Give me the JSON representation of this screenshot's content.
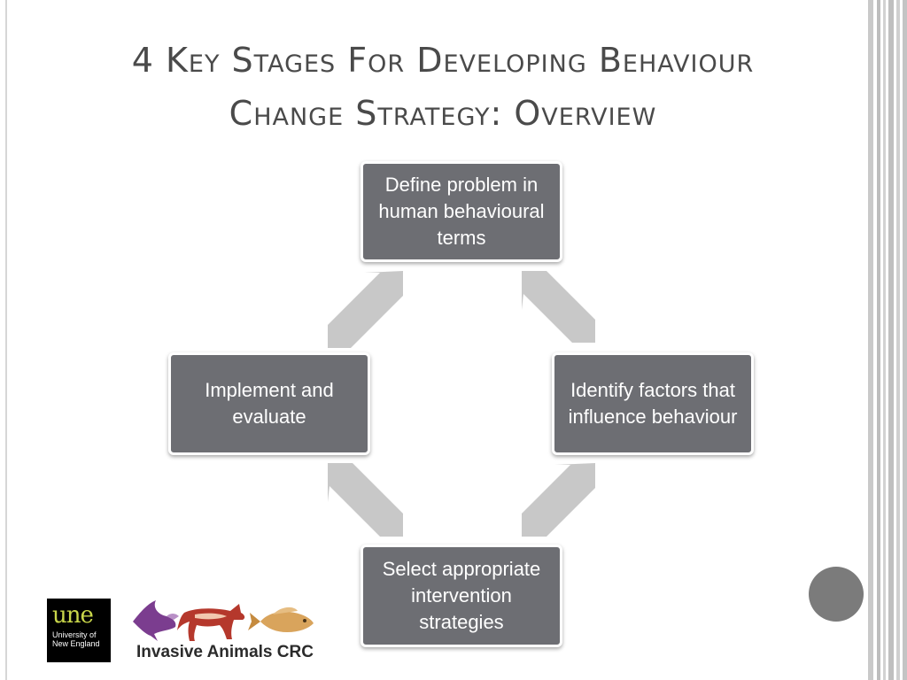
{
  "slide": {
    "title_line1": "4 Key Stages For Developing Behaviour",
    "title_line2": "Change Strategy: Overview"
  },
  "cycle": {
    "stages": [
      "Define problem in human behavioural terms",
      "Identify factors that influence behaviour",
      "Select appropriate intervention strategies",
      "Implement and evaluate"
    ]
  },
  "logos": {
    "une_mark": "une",
    "une_line1": "University of",
    "une_line2": "New England",
    "crc_name": "Invasive Animals CRC"
  },
  "colors": {
    "node_fill": "#6d6e73",
    "arrow_fill": "#c8c8c8",
    "title_text": "#4a4a4a"
  }
}
